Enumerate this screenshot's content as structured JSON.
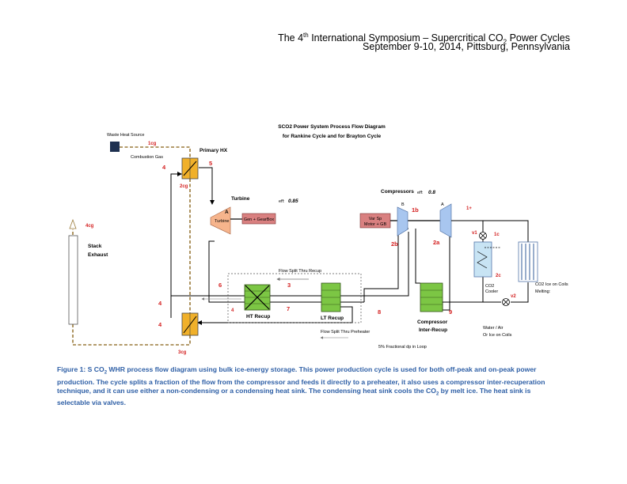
{
  "header": {
    "line1_pre": "The 4",
    "line1_sup": "th",
    "line1_mid": " International Symposium – Supercritical CO",
    "line1_sub": "2",
    "line1_post": " Power Cycles",
    "line2": "September 9-10, 2014, Pittsburg, Pennsylvania"
  },
  "diagram": {
    "title_line1": "SCO2 Power System Process Flow Diagram",
    "title_line2": "for Rankine Cycle and  for Brayton Cycle",
    "waste_heat_source": "Waste Heat Source",
    "combustion_gas": "Combustion Gas",
    "primary_hx": "Primary HX",
    "turbine": "Turbine",
    "turbine_tag": "A",
    "turbine_label": "Turbine",
    "gen_gearbox": "Gen + GearBox",
    "eff_turbine_label": "eff:",
    "eff_turbine_value": "0.85",
    "compressors": "Compressors",
    "eff_comp_label": "eff:",
    "eff_comp_value": "0.8",
    "motor_line1": "Var Sp",
    "motor_line2": "Motor + GB",
    "comp_b": "B",
    "comp_a": "A",
    "stack_line1": "Stack",
    "stack_line2": "Exhaust",
    "flow_split_recup": "Flow Split  Thru Recup",
    "flow_split_preheater": "Flow Split Thru Preheater",
    "ht_recup": "HT Recup",
    "lt_recup": "LT Recup",
    "comp_interrecup_line1": "Compressor",
    "comp_interrecup_line2": "Inter-Recup",
    "fractional_dp": "5% Fractional dp in Loop",
    "co2_cooler_line1": "CO2",
    "co2_cooler_line2": "Cooler",
    "ice_coils_line1": "CO2 Ice on Coils",
    "ice_coils_line2": "Melting:",
    "water_line1": "Water / Air",
    "water_line2": "Or Ice on Coils",
    "state_points": {
      "p1cg": "1cg",
      "p2cg": "2cg",
      "p3cg": "3cg",
      "p4cg": "4cg",
      "p4_top": "4",
      "p5": "5",
      "p6": "6",
      "p3": "3",
      "p4_mid": "4",
      "p7": "7",
      "p4_left_a": "4",
      "p4_left_b": "4",
      "p8": "8",
      "p9": "9",
      "p1b": "1b",
      "p2b": "2b",
      "p2a": "2a",
      "p1plus": "1+",
      "v1": "v1",
      "p1c": "1c",
      "p2c": "2c",
      "v2": "v2"
    }
  },
  "caption": {
    "part1": "Figure 1: S CO",
    "sub1": "2",
    "part2": " WHR  process flow diagram using bulk ice-energy storage.  This power production cycle is used for both off-peak and on-peak power production.  The cycle splits a fraction of the flow from the compressor and feeds it directly to a preheater, it also uses a compressor inter-recuperation technique, and it can use either a non-condensing or a condensing heat sink.  The condensing heat sink cools the CO",
    "sub2": "2",
    "part3": " by melt ice.  The heat sink is selectable via valves."
  },
  "colors": {
    "hx_orange": "#f0b02a",
    "recup_green": "#7cc644",
    "turbine_orange": "#f6b48c",
    "compressor_blue": "#a8c6ef",
    "gearbox_red": "#d98080",
    "gas_line": "#9a7a3a",
    "caption_blue": "#2e5fa6",
    "state_red": "#d42020",
    "source_navy": "#1e3050",
    "cooler_blue": "#c8e4f4"
  }
}
